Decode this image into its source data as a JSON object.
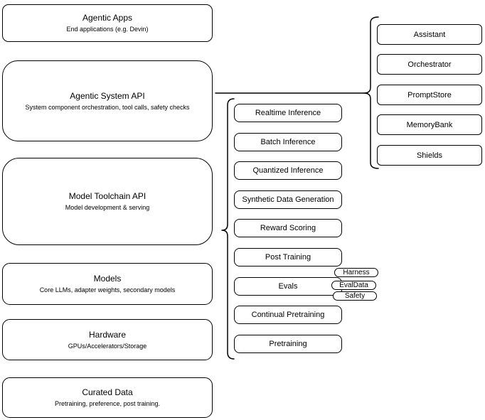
{
  "diagram": {
    "stack": {
      "items": [
        {
          "title": "Agentic Apps",
          "subtitle": "End applications (e.g. Devin)"
        },
        {
          "title": "Agentic System API",
          "subtitle": "System component orchestration, tool calls, safety checks"
        },
        {
          "title": "Model Toolchain API",
          "subtitle": "Model development & serving"
        },
        {
          "title": "Models",
          "subtitle": "Core LLMs, adapter weights, secondary models"
        },
        {
          "title": "Hardware",
          "subtitle": "GPUs/Accelerators/Storage"
        },
        {
          "title": "Curated Data",
          "subtitle": "Pretraining, preference, post training."
        }
      ]
    },
    "toolchain": {
      "items": [
        "Realtime Inference",
        "Batch Inference",
        "Quantized Inference",
        "Synthetic Data Generation",
        "Reward Scoring",
        "Post Training",
        "Evals",
        "Continual Pretraining",
        "Pretraining"
      ],
      "eval_tags": [
        "Harness",
        "EvalData",
        "Safety"
      ]
    },
    "system_components": {
      "items": [
        "Assistant",
        "Orchestrator",
        "PromptStore",
        "MemoryBank",
        "Shields"
      ]
    },
    "colors": {
      "stroke": "#000000",
      "background": "#ffffff"
    }
  }
}
